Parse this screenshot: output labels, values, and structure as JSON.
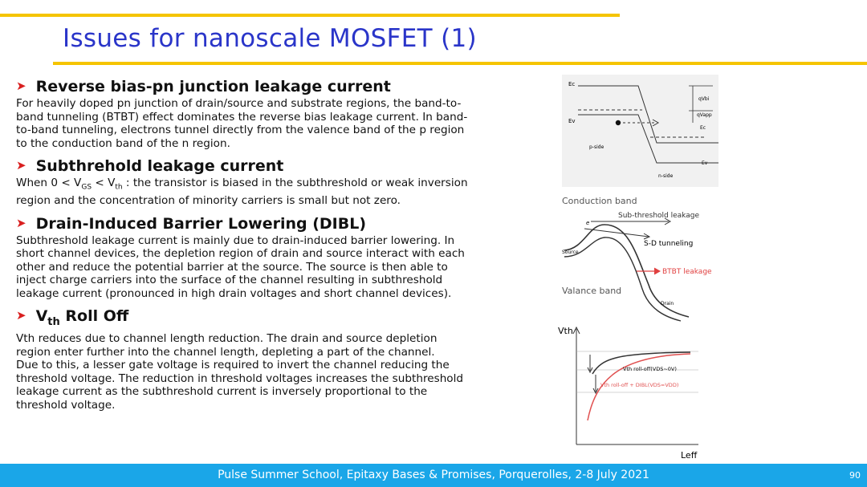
{
  "slide": {
    "title": "Issues for nanoscale MOSFET (1)",
    "page_number": "90",
    "footer": "Pulse Summer School, Epitaxy Bases & Promises, Porquerolles, 2-8 July 2021"
  },
  "sections": [
    {
      "heading": "Reverse bias-pn junction leakage current",
      "lines": [
        "For heavily doped pn junction of drain/source and substrate regions, the band-to-",
        "band tunneling (BTBT) effect dominates the reverse bias leakage current. In band-",
        "to-band tunneling, electrons tunnel directly from the valence band of the p region",
        "to the conduction band of the n region."
      ]
    },
    {
      "heading": "Subthrehold leakage current",
      "line1": {
        "a": "When 0 < V",
        "sub_gs": "GS",
        "b": " < V",
        "sub_th": "th",
        "c": " : the transistor is biased in the subthreshold or weak inversion"
      },
      "lines": [
        "region and the concentration of minority carriers is small but not zero."
      ]
    },
    {
      "heading": "Drain-Induced Barrier Lowering (DIBL)",
      "lines": [
        "Subthreshold leakage current is mainly due to drain-induced barrier lowering. In",
        "short channel devices, the depletion region of drain and source interact with each",
        "other and reduce the potential barrier at the source. The source is then able to",
        "inject charge carriers into the surface of the channel resulting in subthreshold",
        "leakage current (pronounced in high drain voltages and short channel devices)."
      ]
    },
    {
      "heading_v": "V",
      "heading_sub": "th",
      "heading_rest": " Roll Off",
      "lines": [
        "Vth reduces due to channel length reduction. The drain and source depletion",
        "region enter further into the channel length, depleting a part of the channel.",
        "Due to this, a lesser gate voltage is required to invert the channel reducing the",
        "threshold voltage. The reduction in threshold voltages increases the subthreshold",
        "leakage current as the subthreshold current is inversely proportional to the",
        "threshold voltage."
      ]
    }
  ],
  "figures": {
    "pn_band": {
      "ec": "Ec",
      "ev": "Ev",
      "qvbi": "qVbi",
      "qvapp": "qVapp",
      "ec_right": "Ec",
      "ev_right": "Ev",
      "p_side": "p-side",
      "n_side": "n-side"
    },
    "leakage_band": {
      "conduction": "Conduction band",
      "subthreshold": "Sub-threshold leakage",
      "sd": "S-D tunneling",
      "source": "Source",
      "btbt": "BTBT leakage",
      "valance": "Valance band",
      "drain": "Drain",
      "e": "e"
    },
    "vth_plot": {
      "ylabel": "Vth",
      "xlabel": "Leff",
      "curve1": "Vth roll-off(VDS~0V)",
      "curve2": "Vth roll-off + DIBL(VDS=VDD)"
    }
  },
  "colors": {
    "accent_yellow": "#f5c400",
    "title_blue": "#2a35c9",
    "footer_blue": "#1aa6e8",
    "bullet_red": "#d92020",
    "curve_red": "#e05050"
  }
}
